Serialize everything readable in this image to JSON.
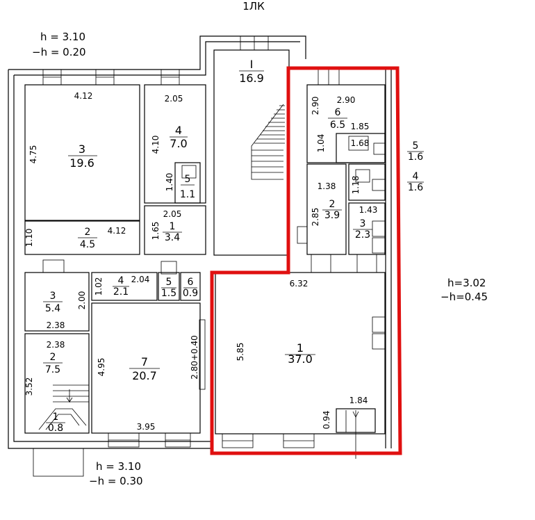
{
  "header": {
    "title": "1ЛК"
  },
  "levels": {
    "top_left": {
      "h": "h = 3.10",
      "minus_h": "−h = 0.20"
    },
    "right": {
      "h": "h=3.02",
      "minus_h": "−h=0.45"
    },
    "bottom": {
      "h": "h = 3.10",
      "minus_h": "−h = 0.30"
    }
  },
  "rooms": {
    "stair": {
      "num": "I",
      "area": "16.9"
    },
    "r3_top": {
      "num": "3",
      "area": "19.6",
      "w": "4.12",
      "h": "4.75"
    },
    "r4_top": {
      "num": "4",
      "area": "7.0",
      "w": "2.05",
      "h": "4.10"
    },
    "r5_small": {
      "num": "5",
      "area": "1.1",
      "h": "1.40"
    },
    "r1_small": {
      "num": "1",
      "area": "3.4",
      "w": "2.05",
      "h": "1.65"
    },
    "r2_strip": {
      "num": "2",
      "area": "4.5",
      "w": "4.12",
      "h": "1.10"
    },
    "r6": {
      "num": "6",
      "area": "6.5",
      "w": "2.90",
      "h": "2.90",
      "d1": "1.85",
      "d2": "1.04",
      "d3": "1.68"
    },
    "r5_right": {
      "num": "5",
      "area": "1.6"
    },
    "r4_right": {
      "num": "4",
      "area": "1.6"
    },
    "r2_right": {
      "num": "2",
      "area": "3.9",
      "w": "1.38",
      "h": "2.85",
      "d1": "1.18"
    },
    "r3_right": {
      "num": "3",
      "area": "2.3",
      "w": "1.43"
    },
    "r1_big": {
      "num": "1",
      "area": "37.0",
      "w": "6.32",
      "h": "5.85",
      "d1": "1.84",
      "d2": "0.94"
    },
    "r3_bl": {
      "num": "3",
      "area": "5.4",
      "h": "2.00",
      "w": "2.38"
    },
    "r2_bl": {
      "num": "2",
      "area": "7.5",
      "w": "2.38",
      "h": "3.52"
    },
    "r1_bl": {
      "num": "1",
      "area": "0.8"
    },
    "r4_mid": {
      "num": "4",
      "area": "2.1",
      "w": "2.04",
      "h": "1.02"
    },
    "r5_mid": {
      "num": "5",
      "area": "1.5"
    },
    "r6_mid": {
      "num": "6",
      "area": "0.9"
    },
    "r7": {
      "num": "7",
      "area": "20.7",
      "w": "3.95",
      "h": "4.95",
      "side": "2.80+0.40"
    }
  }
}
